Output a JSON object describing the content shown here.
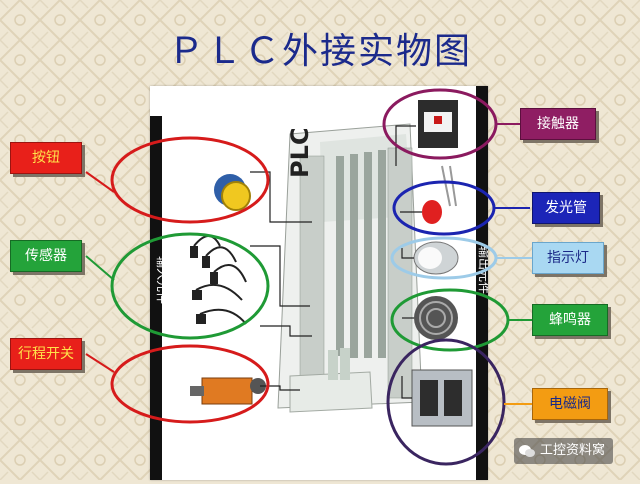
{
  "title": "ＰＬＣ外接实物图",
  "plc_label": "PLC",
  "input_side_label": "输入元件",
  "output_side_label": "输出元件",
  "inputs": [
    {
      "label": "按钮",
      "color": "#e8201a"
    },
    {
      "label": "传感器",
      "color": "#24a33a"
    },
    {
      "label": "行程开关",
      "color": "#e8201a"
    }
  ],
  "outputs": [
    {
      "label": "接触器",
      "color": "#8f1e63"
    },
    {
      "label": "发光管",
      "color": "#1c25b8"
    },
    {
      "label": "指示灯",
      "color": "#a9d8f2"
    },
    {
      "label": "蜂鸣器",
      "color": "#24a33a"
    },
    {
      "label": "电磁阀",
      "color": "#f39c12"
    }
  ],
  "watermark": "工控资料窝"
}
